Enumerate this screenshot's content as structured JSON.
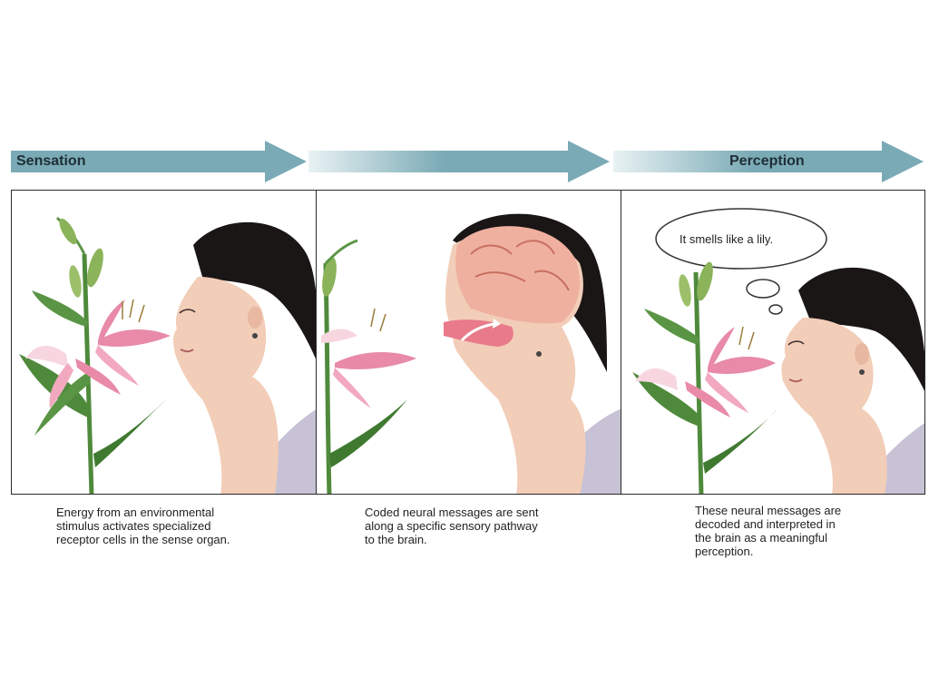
{
  "arrows": {
    "sensation_label": "Sensation",
    "perception_label": "Perception",
    "color": "#7aaab5",
    "fade_color": "#e9f2f4"
  },
  "panels": [
    {
      "id": "sensation",
      "caption_lines": [
        "Energy from an environmental",
        "stimulus activates specialized",
        "receptor cells in the sense organ."
      ]
    },
    {
      "id": "transmission",
      "caption_lines": [
        "Coded neural messages are sent",
        "along a specific sensory pathway",
        "to the brain."
      ]
    },
    {
      "id": "perception",
      "thought_bubble": "It smells like a lily.",
      "caption_lines": [
        "These neural messages are",
        "decoded and interpreted in",
        "the brain as a meaningful",
        "perception."
      ]
    }
  ],
  "colors": {
    "skin": "#f2cdb8",
    "hair": "#1b1616",
    "petal": "#e88aa8",
    "petal_light": "#f7d6e0",
    "leaf": "#4f8a3c",
    "shirt": "#c8c2d6",
    "brain": "#f0b0a0"
  }
}
